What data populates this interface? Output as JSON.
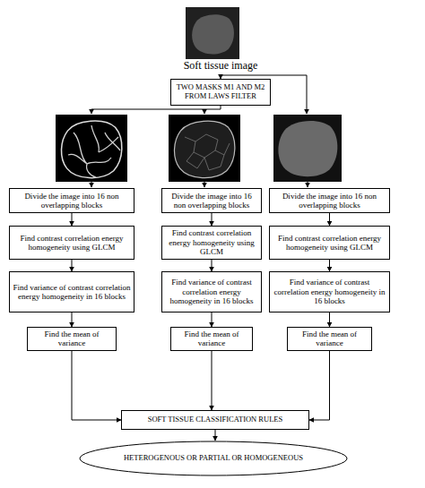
{
  "diagram": {
    "nodes": [
      {
        "text": [
          "TWO MASKS M1 AND M2 FROM LAWS FILTER"
        ]
      },
      {
        "text": [
          "Divide the image into 16 non overlapping blocks"
        ]
      },
      {
        "text": [
          "Divide the image into 16 non overlapping blocks"
        ]
      },
      {
        "text": [
          "Divide the image into 16 non overlapping blocks"
        ]
      },
      {
        "text": [
          "Find contrast correlation energy homogeneity using GLCM"
        ]
      },
      {
        "text": [
          "Find contrast correlation energy homogeneity using GLCM"
        ]
      },
      {
        "text": [
          "Find contrast correlation energy homogeneity using GLCM"
        ]
      },
      {
        "text": [
          "Find variance of contrast correlation energy homogeneity in 16 blocks"
        ]
      },
      {
        "text": [
          "Find variance of contrast correlation energy homogeneity in 16 blocks"
        ]
      },
      {
        "text": [
          "Find variance of contrast correlation energy homogeneity in 16 blocks"
        ]
      },
      {
        "text": [
          "Find the mean of variance"
        ]
      },
      {
        "text": [
          "Find the mean of variance"
        ]
      },
      {
        "text": [
          "Find the mean of variance"
        ]
      },
      {
        "text": [
          "SOFT TISSUE CLASSIFICATION RULES"
        ]
      },
      {
        "text": [
          "HETEROGENOUS OR PARTIAL OR HOMOGENEOUS"
        ]
      }
    ],
    "edges": [
      {
        "from": 1,
        "to": 4,
        "arrow": "to"
      },
      {
        "from": 2,
        "to": 5,
        "arrow": "to"
      },
      {
        "from": 3,
        "to": 6,
        "arrow": "to"
      },
      {
        "from": 4,
        "to": 7,
        "arrow": "to"
      },
      {
        "from": 5,
        "to": 8,
        "arrow": "to"
      },
      {
        "from": 6,
        "to": 9,
        "arrow": "to"
      },
      {
        "from": 7,
        "to": 10,
        "arrow": "to"
      },
      {
        "from": 8,
        "to": 11,
        "arrow": "to"
      },
      {
        "from": 9,
        "to": 12,
        "arrow": "to"
      },
      {
        "from": 10,
        "to": 13,
        "arrow": "to"
      },
      {
        "from": 11,
        "to": 13,
        "arrow": "to"
      },
      {
        "from": 12,
        "to": 13,
        "arrow": "to"
      },
      {
        "from": 13,
        "to": 14,
        "arrow": "to"
      }
    ],
    "labels": [
      "Soft tissue image"
    ]
  }
}
